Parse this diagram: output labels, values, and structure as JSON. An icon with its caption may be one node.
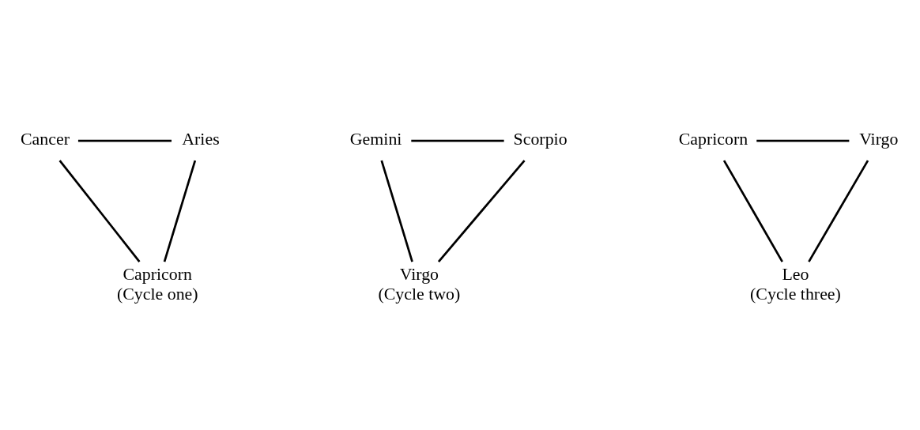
{
  "diagram": {
    "nodes": [
      {
        "text": [
          "Cancer"
        ]
      },
      {
        "text": [
          "Aries"
        ]
      },
      {
        "text": [
          "Capricorn"
        ],
        "beside": [
          "(Cycle one)"
        ]
      },
      {
        "text": [
          "Gemini"
        ]
      },
      {
        "text": [
          "Scorpio"
        ]
      },
      {
        "text": [
          "Virgo"
        ],
        "beside": [
          "(Cycle two)"
        ]
      },
      {
        "text": [
          "Capricorn"
        ]
      },
      {
        "text": [
          "Virgo"
        ]
      },
      {
        "text": [
          "Leo"
        ],
        "beside": [
          "(Cycle three)"
        ]
      }
    ],
    "edges": [
      {
        "from": 0,
        "to": 1,
        "arrow": "none"
      },
      {
        "from": 0,
        "to": 2,
        "arrow": "none"
      },
      {
        "from": 1,
        "to": 2,
        "arrow": "none"
      },
      {
        "from": 3,
        "to": 4,
        "arrow": "none"
      },
      {
        "from": 3,
        "to": 5,
        "arrow": "none"
      },
      {
        "from": 4,
        "to": 5,
        "arrow": "none"
      },
      {
        "from": 6,
        "to": 7,
        "arrow": "none"
      },
      {
        "from": 6,
        "to": 8,
        "arrow": "none"
      },
      {
        "from": 7,
        "to": 8,
        "arrow": "none"
      }
    ]
  }
}
